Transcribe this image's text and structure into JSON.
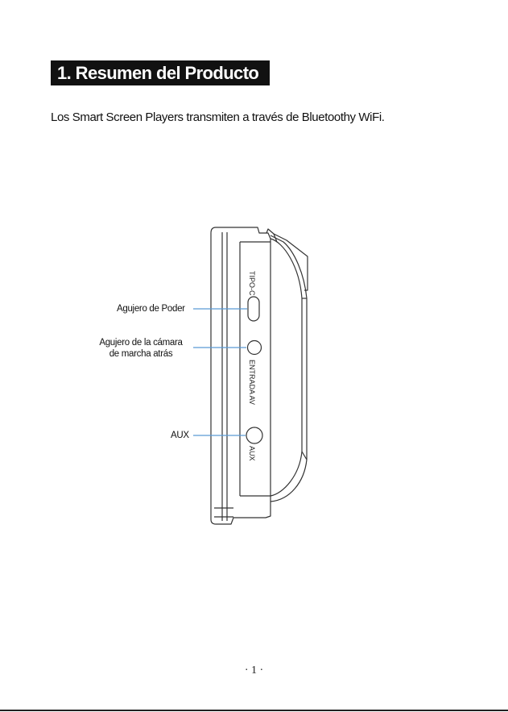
{
  "section": {
    "title": "1. Resumen del Producto"
  },
  "intro_text": "Los Smart Screen Players transmiten a través de Bluetoothy WiFi.",
  "figure": {
    "callouts": {
      "power": "Agujero de Poder",
      "camera_line1": "Agujero de la cámara",
      "camera_line2": "de marcha atrás",
      "aux": "AUX"
    },
    "port_labels": {
      "type_c": "TIPO-C",
      "av_in": "ENTRADA AV",
      "aux": "AUX"
    },
    "colors": {
      "leader_line": "#5a9bd5",
      "device_stroke": "#333333"
    }
  },
  "page_number": "· 1 ·"
}
